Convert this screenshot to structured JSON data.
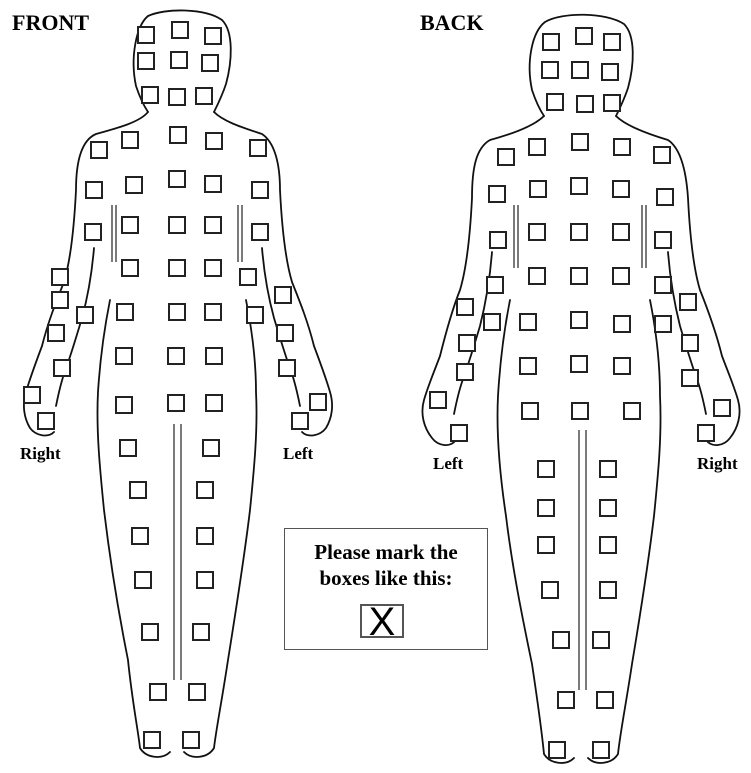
{
  "front": {
    "title": "FRONT",
    "left_hand_label": "Right",
    "right_hand_label": "Left"
  },
  "back": {
    "title": "BACK",
    "left_hand_label": "Left",
    "right_hand_label": "Right"
  },
  "instruction": {
    "line1": "Please mark the",
    "line2": "boxes like this:",
    "example_mark": "X"
  },
  "checkbox_state": "empty",
  "colors": {
    "ink": "#111111",
    "background": "#ffffff",
    "box_border": "#555555"
  }
}
